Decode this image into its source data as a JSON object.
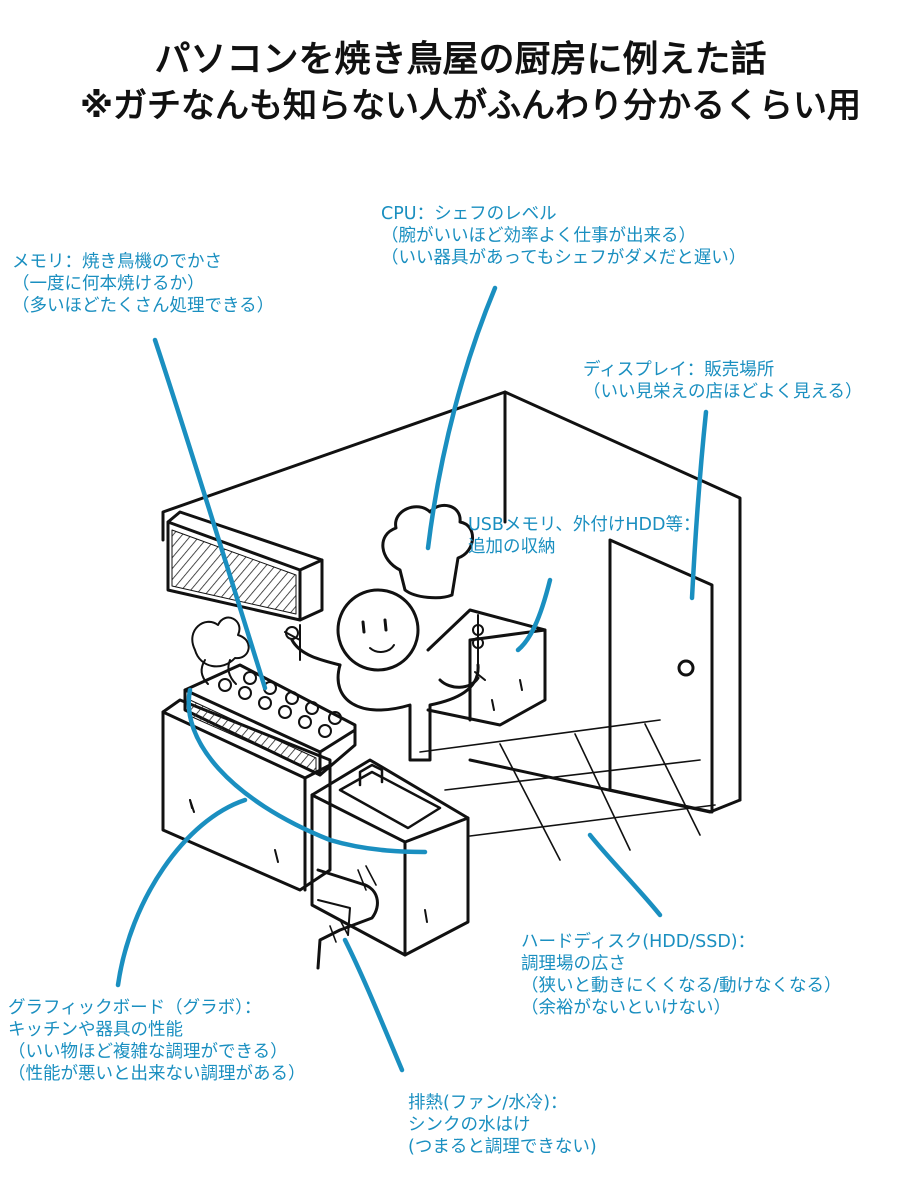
{
  "title": {
    "line1": "パソコンを焼き鳥屋の厨房に例えた話",
    "line2": "※ガチなんも知らない人がふんわり分かるくらい用"
  },
  "colors": {
    "annotation": "#1a8fc0",
    "ink": "#111111"
  },
  "annotations": {
    "cpu": [
      "CPU：シェフのレベル",
      "（腕がいいほど効率よく仕事が出来る）",
      "（いい器具があってもシェフがダメだと遅い）"
    ],
    "memory": [
      "メモリ：焼き鳥機のでかさ",
      "（一度に何本焼けるか）",
      "（多いほどたくさん処理できる）"
    ],
    "display": [
      "ディスプレイ：販売場所",
      "（いい見栄えの店ほどよく見える）"
    ],
    "usb": [
      "USBメモリ、外付けHDD等：",
      "追加の収納"
    ],
    "hdd": [
      "ハードディスク(HDD/SSD)：",
      "調理場の広さ",
      "（狭いと動きにくくなる/動けなくなる）",
      "（余裕がないといけない）"
    ],
    "graphics": [
      "グラフィックボード（グラボ）：",
      "キッチンや器具の性能",
      "（いい物ほど複雑な調理ができる）",
      "（性能が悪いと出来ない調理がある）"
    ],
    "cooling": [
      "排熱(ファン/水冷)：",
      "シンクの水はけ",
      "(つまると調理できない)"
    ]
  }
}
